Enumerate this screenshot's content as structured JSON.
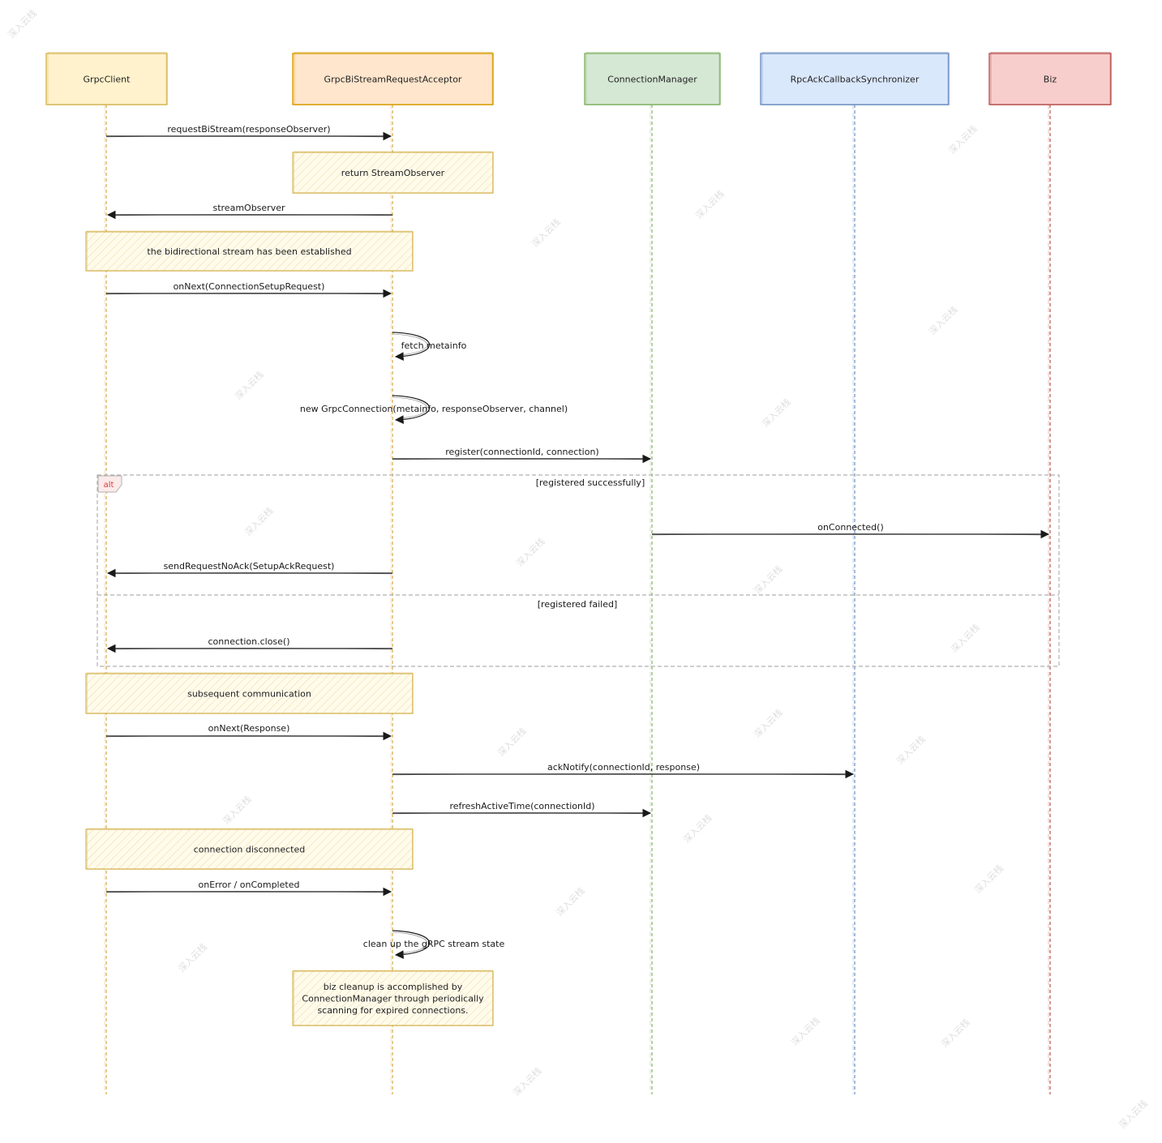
{
  "participants": [
    {
      "id": "client",
      "label": "GrpcClient",
      "fill": "#fff2cc",
      "stroke": "#d6b656",
      "life": "#d6a84a"
    },
    {
      "id": "acceptor",
      "label": "GrpcBiStreamRequestAcceptor",
      "fill": "#ffe6cc",
      "stroke": "#d79b00",
      "life": "#d6a84a"
    },
    {
      "id": "manager",
      "label": "ConnectionManager",
      "fill": "#d5e8d4",
      "stroke": "#82b366",
      "life": "#82b366"
    },
    {
      "id": "sync",
      "label": "RpcAckCallbackSynchronizer",
      "fill": "#dae8fc",
      "stroke": "#6c8ebf",
      "life": "#6c8ebf"
    },
    {
      "id": "biz",
      "label": "Biz",
      "fill": "#f8cecc",
      "stroke": "#b85450",
      "life": "#b85450"
    }
  ],
  "messages": [
    {
      "label": "requestBiStream(responseObserver)"
    },
    {
      "label": "streamObserver"
    },
    {
      "label": "onNext(ConnectionSetupRequest)"
    },
    {
      "label": "fetch metainfo"
    },
    {
      "label": "new GrpcConnection(metainfo, responseObserver, channel)"
    },
    {
      "label": "register(connectionId, connection)"
    },
    {
      "label": "onConnected()"
    },
    {
      "label": "sendRequestNoAck(SetupAckRequest)"
    },
    {
      "label": "connection.close()"
    },
    {
      "label": "onNext(Response)"
    },
    {
      "label": "ackNotify(connectionId, response)"
    },
    {
      "label": "refreshActiveTime(connectionId)"
    },
    {
      "label": "onError / onCompleted"
    },
    {
      "label": "clean up the gRPC stream state"
    }
  ],
  "notes": [
    {
      "lines": [
        "return StreamObserver"
      ]
    },
    {
      "lines": [
        "the bidirectional stream has been established"
      ]
    },
    {
      "lines": [
        "subsequent communication"
      ]
    },
    {
      "lines": [
        "connection disconnected"
      ]
    },
    {
      "lines": [
        "biz cleanup is accomplished by",
        "ConnectionManager through periodically",
        "scanning for expired connections."
      ]
    }
  ],
  "alt": {
    "tag": "alt",
    "tag_color": "#e53935",
    "guard_success": "[registered successfully]",
    "guard_failed": "[registered failed]"
  },
  "colors": {
    "note_fill": "#fffbeb",
    "note_stroke": "#d6b656",
    "arrow": "#1a1a1a",
    "frame": "#b0b0b0"
  },
  "watermark": "深入云栈"
}
